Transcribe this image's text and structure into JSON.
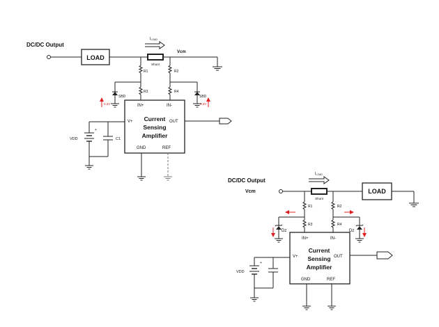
{
  "diagram1": {
    "input_label": "DC/DC Output",
    "load_label": "LOAD",
    "current_label": "I",
    "current_sub": "LOAD",
    "shunt_label": "Shunt",
    "vcm_label": "Vcm",
    "r1": "R1",
    "r2": "R2",
    "r3": "R3",
    "r4": "R4",
    "sbd_left": "SBD",
    "sbd_right": "SBD",
    "v_left": "0.3V",
    "v_right": "0.3V",
    "amp_line1": "Current",
    "amp_line2": "Sensing",
    "amp_line3": "Amplifier",
    "in_plus": "IN+",
    "in_minus": "IN-",
    "vplus": "V+",
    "out": "OUT",
    "gnd": "GND",
    "ref": "REF",
    "vdd": "VDD",
    "c1": "C1",
    "plus": "+"
  },
  "diagram2": {
    "input_label": "DC/DC Output",
    "vcm_label": "Vcm",
    "load_label": "LOAD",
    "current_label": "I",
    "current_sub": "LOAD",
    "shunt_label": "Shunt",
    "r1": "R1",
    "r2": "R2",
    "r3": "R3",
    "r4": "R4",
    "dz_left": "Dz",
    "dz_right": "Dz",
    "amp_line1": "Current",
    "amp_line2": "Sensing",
    "amp_line3": "Amplifier",
    "in_plus": "IN+",
    "in_minus": "IN-",
    "vplus": "V+",
    "out": "OUT",
    "gnd": "GND",
    "ref": "REF",
    "vdd": "VDD",
    "plus": "+"
  },
  "colors": {
    "wire": "#222222",
    "annotation": "#e02020"
  }
}
